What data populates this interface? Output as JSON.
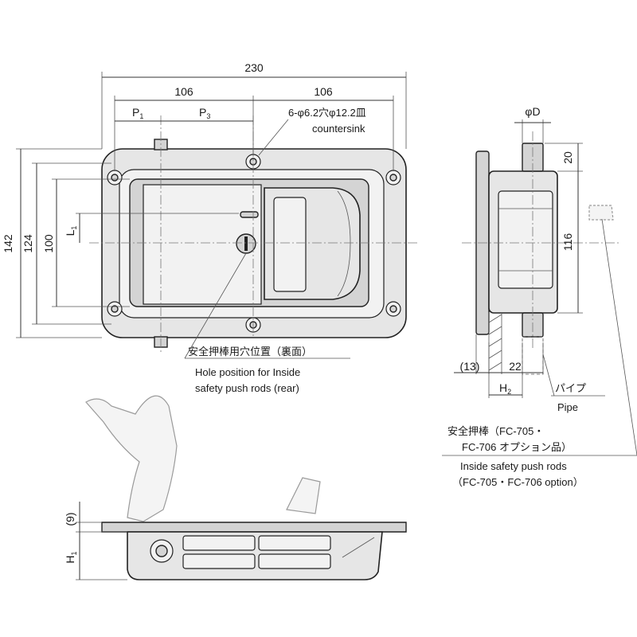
{
  "dimensions": {
    "overall_width": "230",
    "left_half": "106",
    "right_half": "106",
    "p1": "P",
    "p1_sub": "1",
    "p3": "P",
    "p3_sub": "3",
    "hole_spec": "6-φ6.2穴φ12.2皿",
    "countersink": "countersink",
    "height_142": "142",
    "height_124": "124",
    "height_100": "100",
    "l1": "L",
    "l1_sub": "1",
    "phi_d": "φD",
    "side_20": "20",
    "side_116": "116",
    "side_13": "(13)",
    "side_22": "22",
    "h2": "H",
    "h2_sub": "2",
    "bottom_9": "(9)",
    "h1": "H",
    "h1_sub": "1"
  },
  "notes": {
    "hole_position_jp": "安全押棒用穴位置（裏面）",
    "hole_position_en_1": "Hole position for Inside",
    "hole_position_en_2": "safety push rods (rear)",
    "pipe_jp": "パイプ",
    "pipe_en": "Pipe",
    "push_rods_jp_1": "安全押棒（FC-705・",
    "push_rods_jp_2": "FC-706 オプション品）",
    "push_rods_en_1": "Inside safety push rods",
    "push_rods_en_2": "（FC-705・FC-706 option）"
  }
}
